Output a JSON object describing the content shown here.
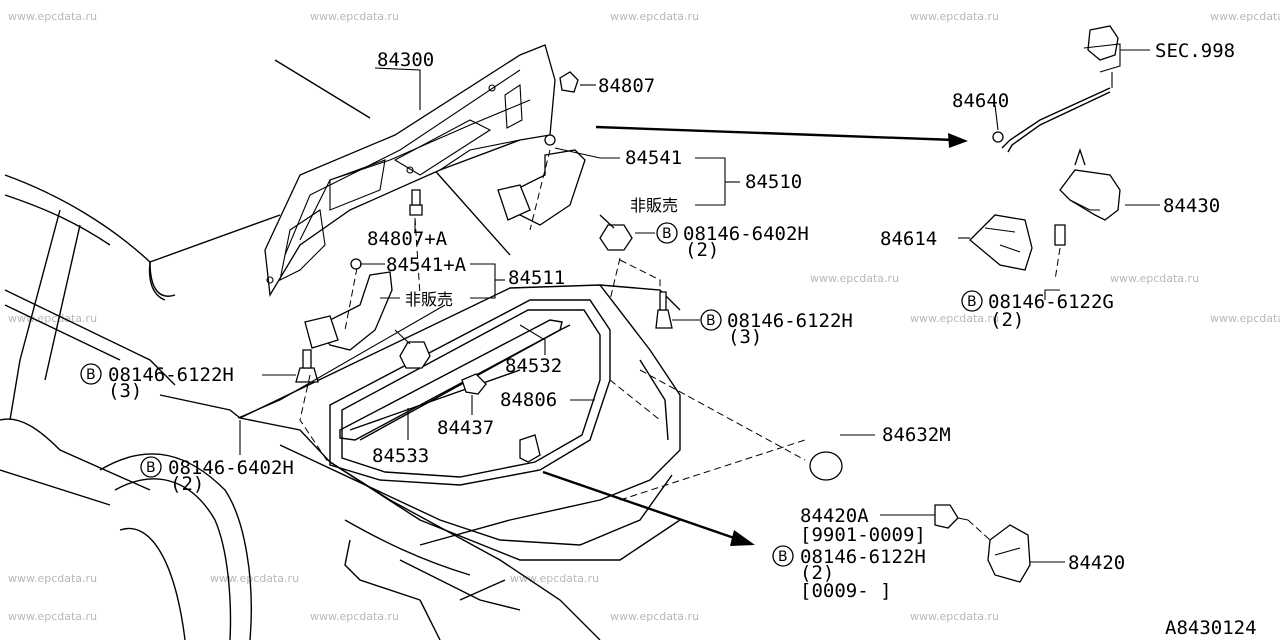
{
  "watermark": "www.epcdata.ru",
  "diagram_code": "A8430124",
  "non_sale_text": "非販売",
  "bolt_symbol": "B",
  "parts": {
    "p84300": "84300",
    "p84807": "84807",
    "p84807a": "84807+A",
    "p84541": "84541",
    "p84541a": "84541+A",
    "p84510": "84510",
    "p84511": "84511",
    "p84532": "84532",
    "p84533": "84533",
    "p84437": "84437",
    "p84806": "84806",
    "p84640": "84640",
    "sec998": "SEC.998",
    "p84430": "84430",
    "p84614": "84614",
    "p84632m": "84632M",
    "p84420a": "84420A",
    "p84420": "84420",
    "range_a": "[9901-0009]",
    "range_b": "[0009-     ]"
  },
  "bolts": {
    "b_6402h_top": {
      "code": "08146-6402H",
      "qty": "(2)"
    },
    "b_6122h_mid": {
      "code": "08146-6122H",
      "qty": "(3)"
    },
    "b_6122g": {
      "code": "08146-6122G",
      "qty": "(2)"
    },
    "b_6122h_left": {
      "code": "08146-6122H",
      "qty": "(3)"
    },
    "b_6402h_left": {
      "code": "08146-6402H",
      "qty": "(2)"
    },
    "b_6122h_bottom": {
      "code": "08146-6122H",
      "qty": "(2)"
    }
  }
}
